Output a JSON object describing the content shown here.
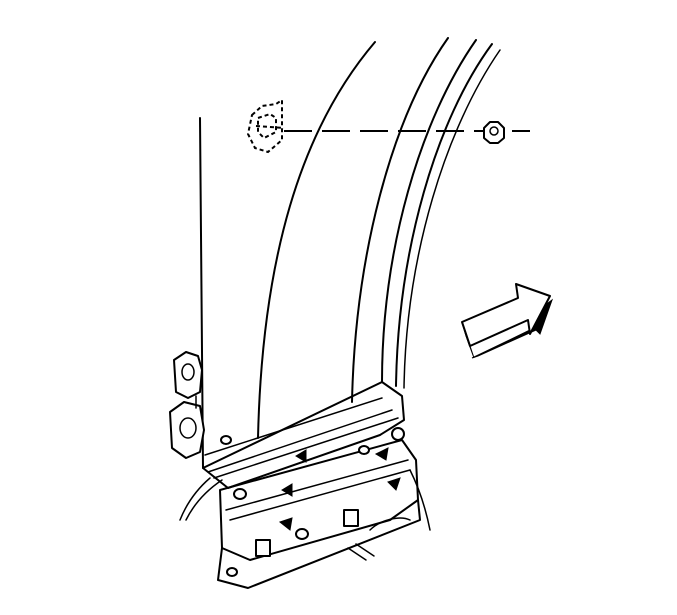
{
  "diagram": {
    "view": "front-pillar-panel-installation",
    "colors": {
      "line": "#000000",
      "background": "#ffffff"
    },
    "parts": [
      {
        "id": "pillar-panel",
        "icon": "pillar-panel-shape"
      },
      {
        "id": "fastener-clip",
        "icon": "dashed-clip-outline"
      },
      {
        "id": "nut",
        "icon": "nut-shape"
      },
      {
        "id": "door-hinge",
        "icon": "hinge-shape"
      },
      {
        "id": "lower-bracket",
        "icon": "bracket-shape"
      },
      {
        "id": "direction-arrow",
        "icon": "block-arrow"
      }
    ]
  }
}
